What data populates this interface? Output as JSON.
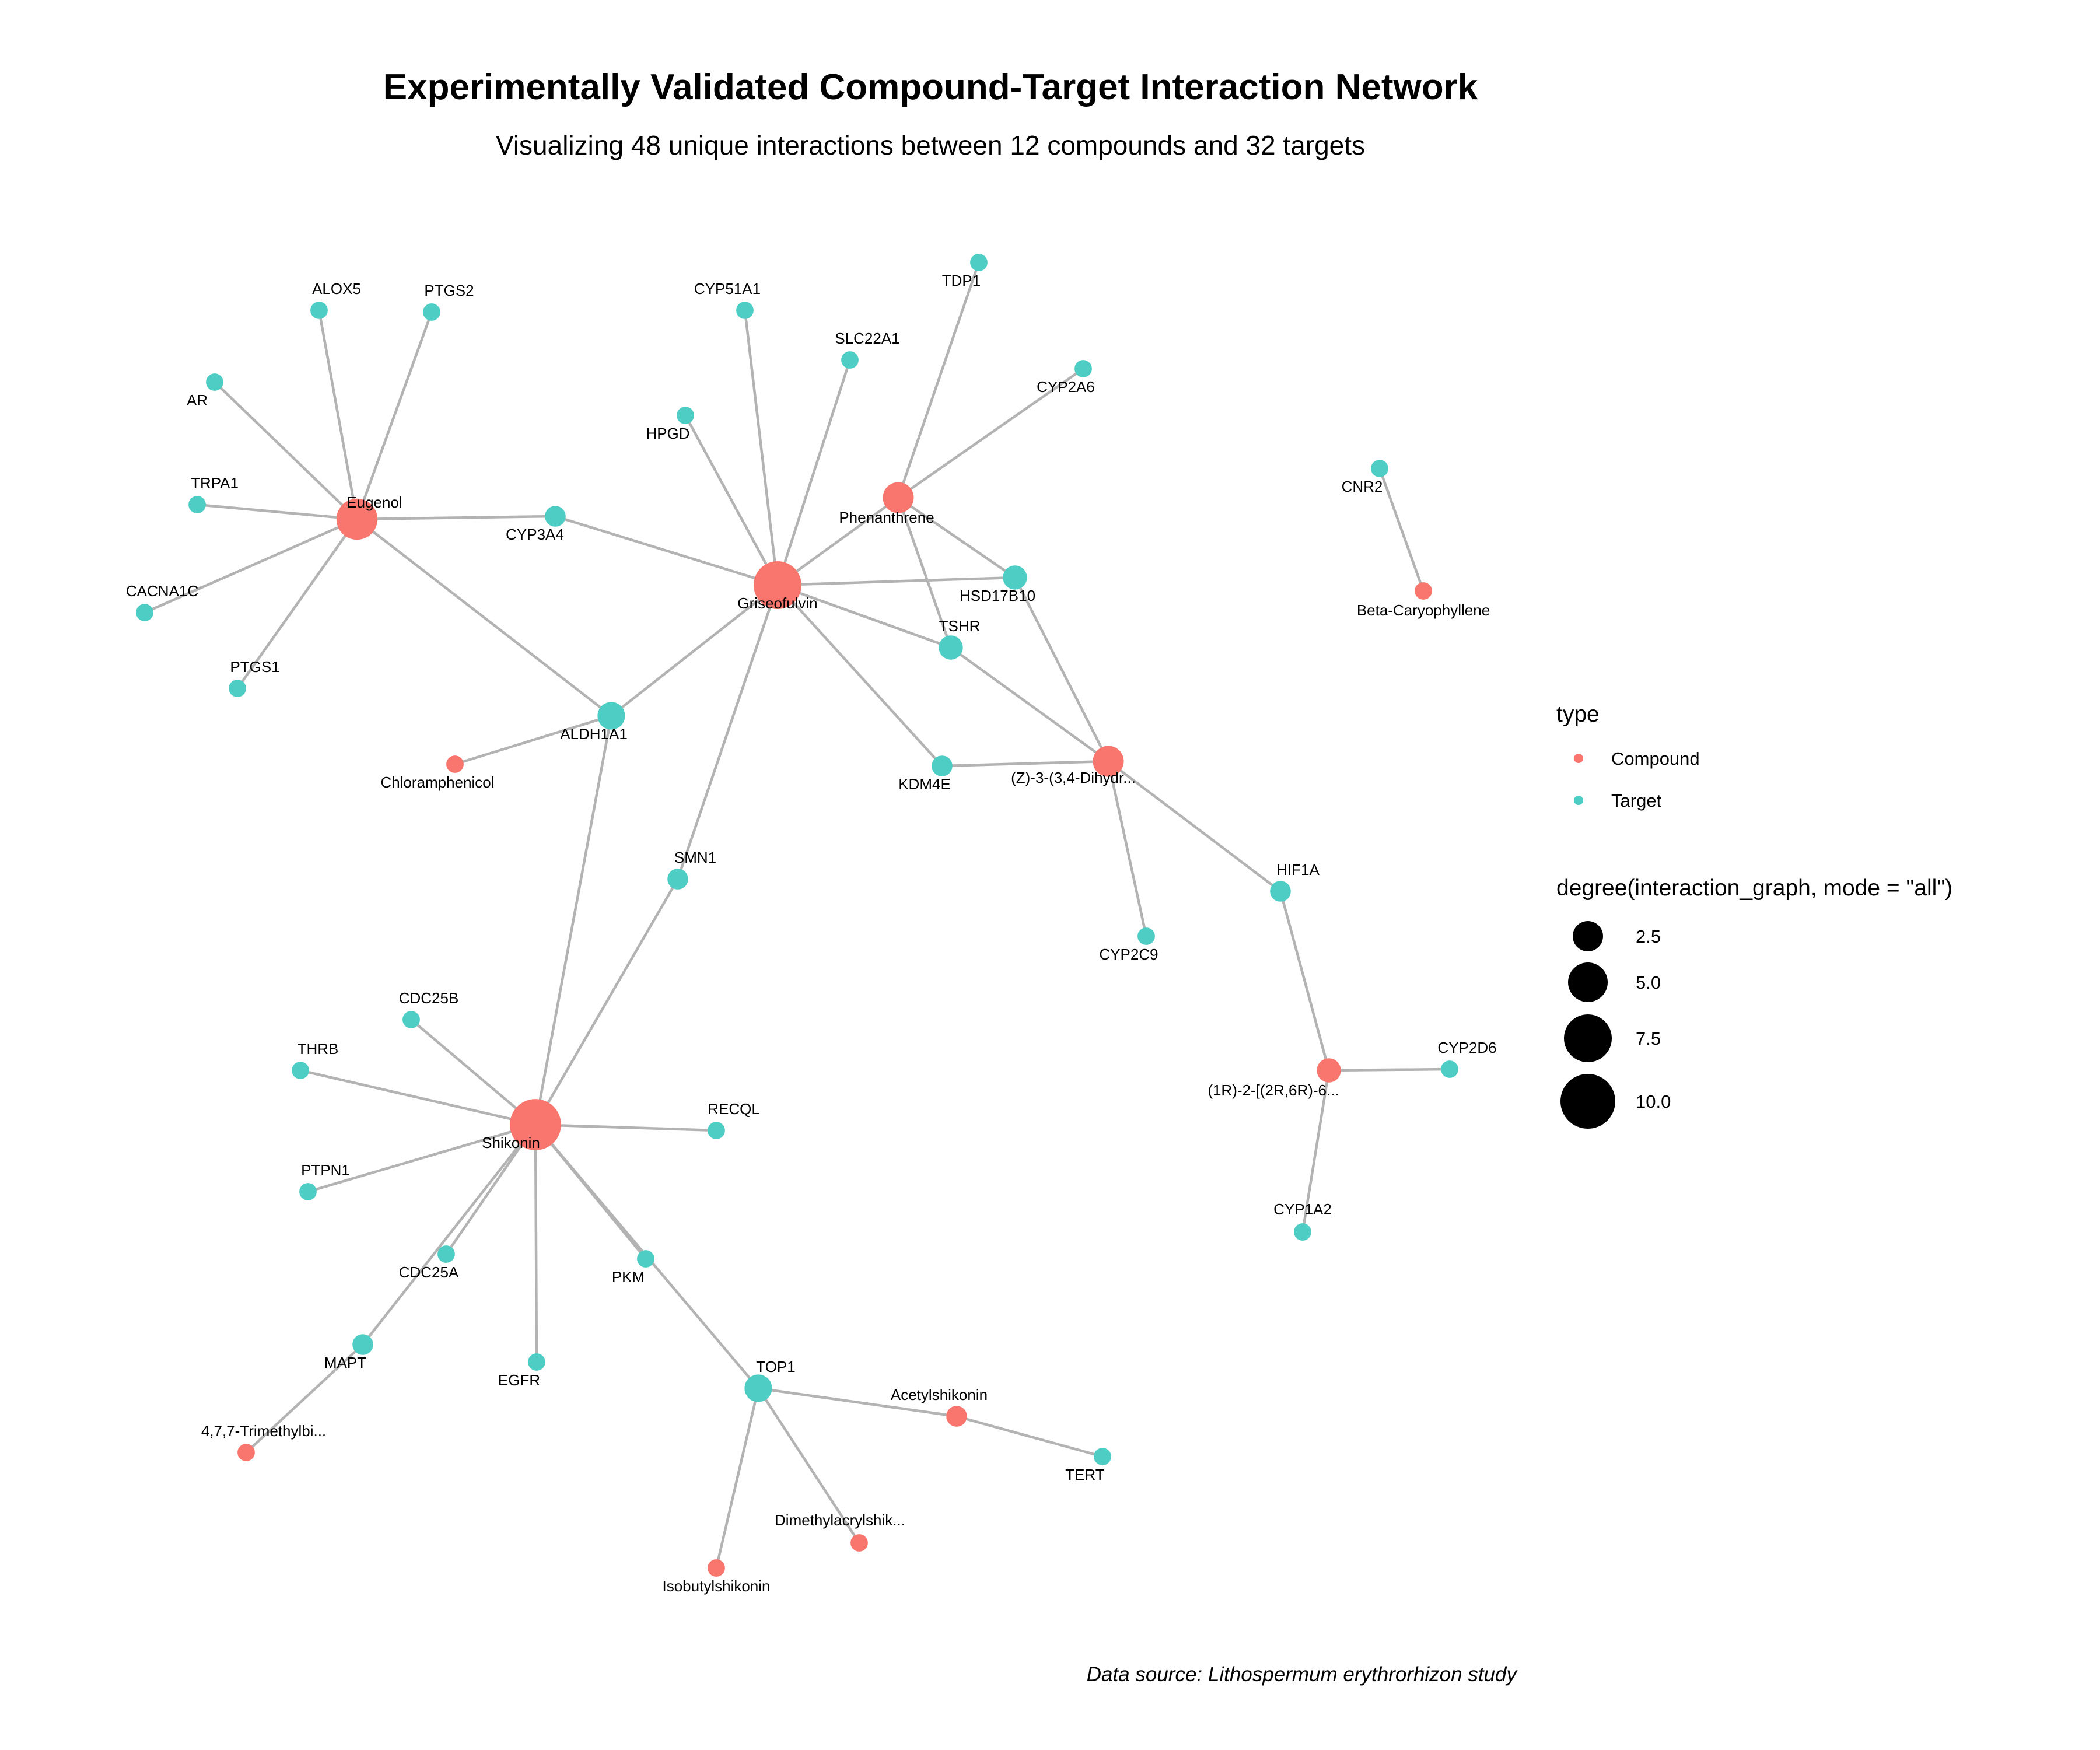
{
  "title": "Experimentally Validated Compound-Target Interaction Network",
  "subtitle": "Visualizing 48 unique interactions between 12 compounds and 32 targets",
  "caption": "Data source: Lithospermum erythrorhizon study",
  "colors": {
    "Compound": "#f8766d",
    "Target": "#4ecdc4",
    "edge": "#b3b3b3"
  },
  "legend": {
    "type_title": "type",
    "type_items": [
      "Compound",
      "Target"
    ],
    "size_title": "degree(interaction_graph, mode = \"all\")",
    "size_items": [
      "2.5",
      "5.0",
      "7.5",
      "10.0"
    ]
  },
  "nodes": [
    {
      "id": "Eugenol",
      "label": "Eugenol",
      "type": "Compound",
      "degree": 8
    },
    {
      "id": "Griseofulvin",
      "label": "Griseofulvin",
      "type": "Compound",
      "degree": 10
    },
    {
      "id": "Phenanthrene",
      "label": "Phenanthrene",
      "type": "Compound",
      "degree": 5
    },
    {
      "id": "Shikonin",
      "label": "Shikonin",
      "type": "Compound",
      "degree": 11
    },
    {
      "id": "Dihydr",
      "label": "(Z)-3-(3,4-Dihydr...",
      "type": "Compound",
      "degree": 5
    },
    {
      "id": "OneR",
      "label": "(1R)-2-[(2R,6R)-6...",
      "type": "Compound",
      "degree": 3
    },
    {
      "id": "BetaCaryophyllene",
      "label": "Beta-Caryophyllene",
      "type": "Compound",
      "degree": 1
    },
    {
      "id": "Chloramphenicol",
      "label": "Chloramphenicol",
      "type": "Compound",
      "degree": 1
    },
    {
      "id": "Trimethylbi",
      "label": "4,7,7-Trimethylbi...",
      "type": "Compound",
      "degree": 1
    },
    {
      "id": "Acetylshikonin",
      "label": "Acetylshikonin",
      "type": "Compound",
      "degree": 2
    },
    {
      "id": "Dimethylacrylshik",
      "label": "Dimethylacrylshik...",
      "type": "Compound",
      "degree": 1
    },
    {
      "id": "Isobutylshikonin",
      "label": "Isobutylshikonin",
      "type": "Compound",
      "degree": 1
    },
    {
      "id": "ALOX5",
      "label": "ALOX5",
      "type": "Target",
      "degree": 1
    },
    {
      "id": "PTGS2",
      "label": "PTGS2",
      "type": "Target",
      "degree": 1
    },
    {
      "id": "AR",
      "label": "AR",
      "type": "Target",
      "degree": 1
    },
    {
      "id": "TRPA1",
      "label": "TRPA1",
      "type": "Target",
      "degree": 1
    },
    {
      "id": "CACNA1C",
      "label": "CACNA1C",
      "type": "Target",
      "degree": 1
    },
    {
      "id": "PTGS1",
      "label": "PTGS1",
      "type": "Target",
      "degree": 1
    },
    {
      "id": "CYP3A4",
      "label": "CYP3A4",
      "type": "Target",
      "degree": 2
    },
    {
      "id": "ALDH1A1",
      "label": "ALDH1A1",
      "type": "Target",
      "degree": 4
    },
    {
      "id": "CYP51A1",
      "label": "CYP51A1",
      "type": "Target",
      "degree": 1
    },
    {
      "id": "SLC22A1",
      "label": "SLC22A1",
      "type": "Target",
      "degree": 1
    },
    {
      "id": "HPGD",
      "label": "HPGD",
      "type": "Target",
      "degree": 1
    },
    {
      "id": "TDP1",
      "label": "TDP1",
      "type": "Target",
      "degree": 1
    },
    {
      "id": "CYP2A6",
      "label": "CYP2A6",
      "type": "Target",
      "degree": 1
    },
    {
      "id": "HSD17B10",
      "label": "HSD17B10",
      "type": "Target",
      "degree": 3
    },
    {
      "id": "TSHR",
      "label": "TSHR",
      "type": "Target",
      "degree": 3
    },
    {
      "id": "KDM4E",
      "label": "KDM4E",
      "type": "Target",
      "degree": 2
    },
    {
      "id": "SMN1",
      "label": "SMN1",
      "type": "Target",
      "degree": 2
    },
    {
      "id": "CNR2",
      "label": "CNR2",
      "type": "Target",
      "degree": 1
    },
    {
      "id": "HIF1A",
      "label": "HIF1A",
      "type": "Target",
      "degree": 2
    },
    {
      "id": "CYP2C9",
      "label": "CYP2C9",
      "type": "Target",
      "degree": 1
    },
    {
      "id": "CYP2D6",
      "label": "CYP2D6",
      "type": "Target",
      "degree": 1
    },
    {
      "id": "CYP1A2",
      "label": "CYP1A2",
      "type": "Target",
      "degree": 1
    },
    {
      "id": "CDC25B",
      "label": "CDC25B",
      "type": "Target",
      "degree": 1
    },
    {
      "id": "THRB",
      "label": "THRB",
      "type": "Target",
      "degree": 1
    },
    {
      "id": "RECQL",
      "label": "RECQL",
      "type": "Target",
      "degree": 1
    },
    {
      "id": "PTPN1",
      "label": "PTPN1",
      "type": "Target",
      "degree": 1
    },
    {
      "id": "CDC25A",
      "label": "CDC25A",
      "type": "Target",
      "degree": 1
    },
    {
      "id": "PKM",
      "label": "PKM",
      "type": "Target",
      "degree": 1
    },
    {
      "id": "MAPT",
      "label": "MAPT",
      "type": "Target",
      "degree": 2
    },
    {
      "id": "EGFR",
      "label": "EGFR",
      "type": "Target",
      "degree": 1
    },
    {
      "id": "TOP1",
      "label": "TOP1",
      "type": "Target",
      "degree": 4
    },
    {
      "id": "TERT",
      "label": "TERT",
      "type": "Target",
      "degree": 1
    }
  ],
  "edges": [
    [
      "Eugenol",
      "ALOX5"
    ],
    [
      "Eugenol",
      "PTGS2"
    ],
    [
      "Eugenol",
      "AR"
    ],
    [
      "Eugenol",
      "TRPA1"
    ],
    [
      "Eugenol",
      "CACNA1C"
    ],
    [
      "Eugenol",
      "PTGS1"
    ],
    [
      "Eugenol",
      "CYP3A4"
    ],
    [
      "Eugenol",
      "ALDH1A1"
    ],
    [
      "Griseofulvin",
      "CYP3A4"
    ],
    [
      "Griseofulvin",
      "HPGD"
    ],
    [
      "Griseofulvin",
      "CYP51A1"
    ],
    [
      "Griseofulvin",
      "SLC22A1"
    ],
    [
      "Griseofulvin",
      "Phenanthrene"
    ],
    [
      "Griseofulvin",
      "HSD17B10"
    ],
    [
      "Griseofulvin",
      "TSHR"
    ],
    [
      "Griseofulvin",
      "KDM4E"
    ],
    [
      "Griseofulvin",
      "ALDH1A1"
    ],
    [
      "Griseofulvin",
      "SMN1"
    ],
    [
      "Phenanthrene",
      "TDP1"
    ],
    [
      "Phenanthrene",
      "CYP2A6"
    ],
    [
      "Phenanthrene",
      "HSD17B10"
    ],
    [
      "Phenanthrene",
      "TSHR"
    ],
    [
      "Dihydr",
      "HSD17B10"
    ],
    [
      "Dihydr",
      "TSHR"
    ],
    [
      "Dihydr",
      "KDM4E"
    ],
    [
      "Dihydr",
      "CYP2C9"
    ],
    [
      "Dihydr",
      "HIF1A"
    ],
    [
      "HIF1A",
      "OneR"
    ],
    [
      "OneR",
      "CYP2D6"
    ],
    [
      "OneR",
      "CYP1A2"
    ],
    [
      "BetaCaryophyllene",
      "CNR2"
    ],
    [
      "Chloramphenicol",
      "ALDH1A1"
    ],
    [
      "Shikonin",
      "ALDH1A1"
    ],
    [
      "Shikonin",
      "SMN1"
    ],
    [
      "Shikonin",
      "CDC25B"
    ],
    [
      "Shikonin",
      "THRB"
    ],
    [
      "Shikonin",
      "RECQL"
    ],
    [
      "Shikonin",
      "PTPN1"
    ],
    [
      "Shikonin",
      "CDC25A"
    ],
    [
      "Shikonin",
      "MAPT"
    ],
    [
      "Shikonin",
      "EGFR"
    ],
    [
      "Shikonin",
      "PKM"
    ],
    [
      "Shikonin",
      "TOP1"
    ],
    [
      "MAPT",
      "Trimethylbi"
    ],
    [
      "TOP1",
      "Acetylshikonin"
    ],
    [
      "TOP1",
      "Isobutylshikonin"
    ],
    [
      "TOP1",
      "Dimethylacrylshik"
    ],
    [
      "Acetylshikonin",
      "TERT"
    ]
  ]
}
